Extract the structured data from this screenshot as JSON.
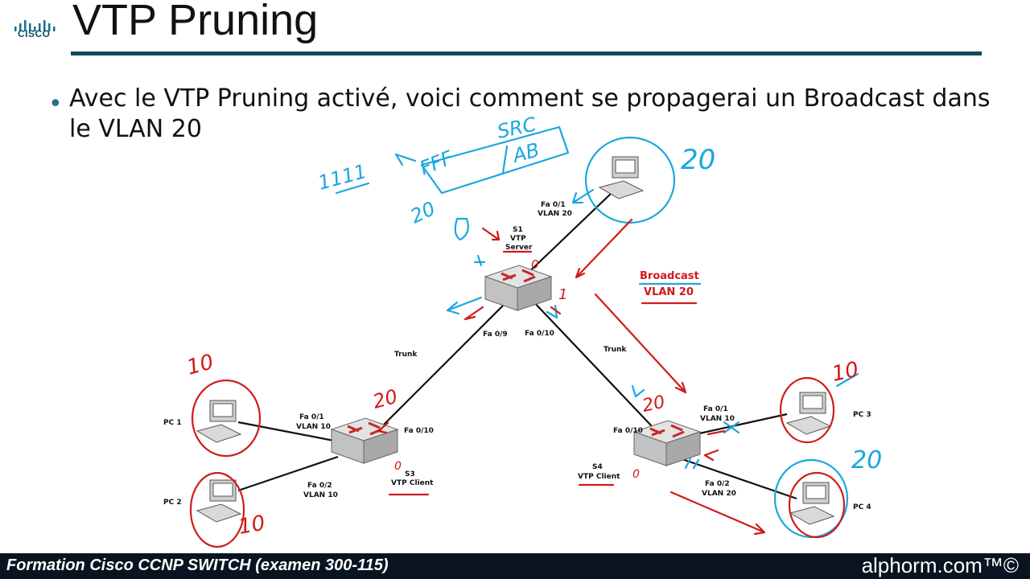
{
  "slide": {
    "logo_text": "CISCO",
    "title": "VTP Pruning",
    "bullet": "Avec le VTP Pruning activé, voici comment se propagerai un Broadcast dans le VLAN 20"
  },
  "diagram": {
    "s1": {
      "name": "S1",
      "role1": "VTP",
      "role2": "Server",
      "port_top": "Fa 0/1",
      "vlan_top": "VLAN 20",
      "port_left": "Fa 0/9",
      "port_right": "Fa 0/10"
    },
    "s3": {
      "name": "S3",
      "role": "VTP Client",
      "port_up": "Fa 0/10",
      "port1": "Fa 0/1",
      "vlan1": "VLAN 10",
      "port2": "Fa 0/2",
      "vlan2": "VLAN 10"
    },
    "s4": {
      "name": "S4",
      "role": "VTP Client",
      "port_up": "Fa 0/10",
      "port1": "Fa 0/1",
      "vlan1": "VLAN 10",
      "port2": "Fa 0/2",
      "vlan2": "VLAN 20"
    },
    "trunk_left": "Trunk",
    "trunk_right": "Trunk",
    "pcs": [
      "PC 1",
      "PC 2",
      "PC 3",
      "PC 4"
    ],
    "broadcast_label": "Broadcast",
    "broadcast_vlan": "VLAN 20"
  },
  "annotations": {
    "src": "SRC",
    "frame_dst": "FFF",
    "frame_src": "AB",
    "ones": "1111",
    "vlan_tag": "20",
    "pc1_vlan": "10",
    "pc2_vlan": "10",
    "pc3_vlan": "10",
    "pc4_vlan": "20",
    "host_vlan": "20",
    "s3_trunk_vlan": "20",
    "s4_trunk_vlan": "20",
    "s1_mark": "1",
    "s1_zero": "0",
    "s3_zero": "0",
    "s4_zero": "0"
  },
  "footer": {
    "left": "Formation Cisco CCNP SWITCH (examen 300-115)",
    "right": "alphorm.com™©"
  },
  "colors": {
    "ink_blue": "#1aa7e0",
    "ink_red": "#d01a1a",
    "title_rule": "#0f4a5c",
    "footer_bg": "#0a1420"
  }
}
